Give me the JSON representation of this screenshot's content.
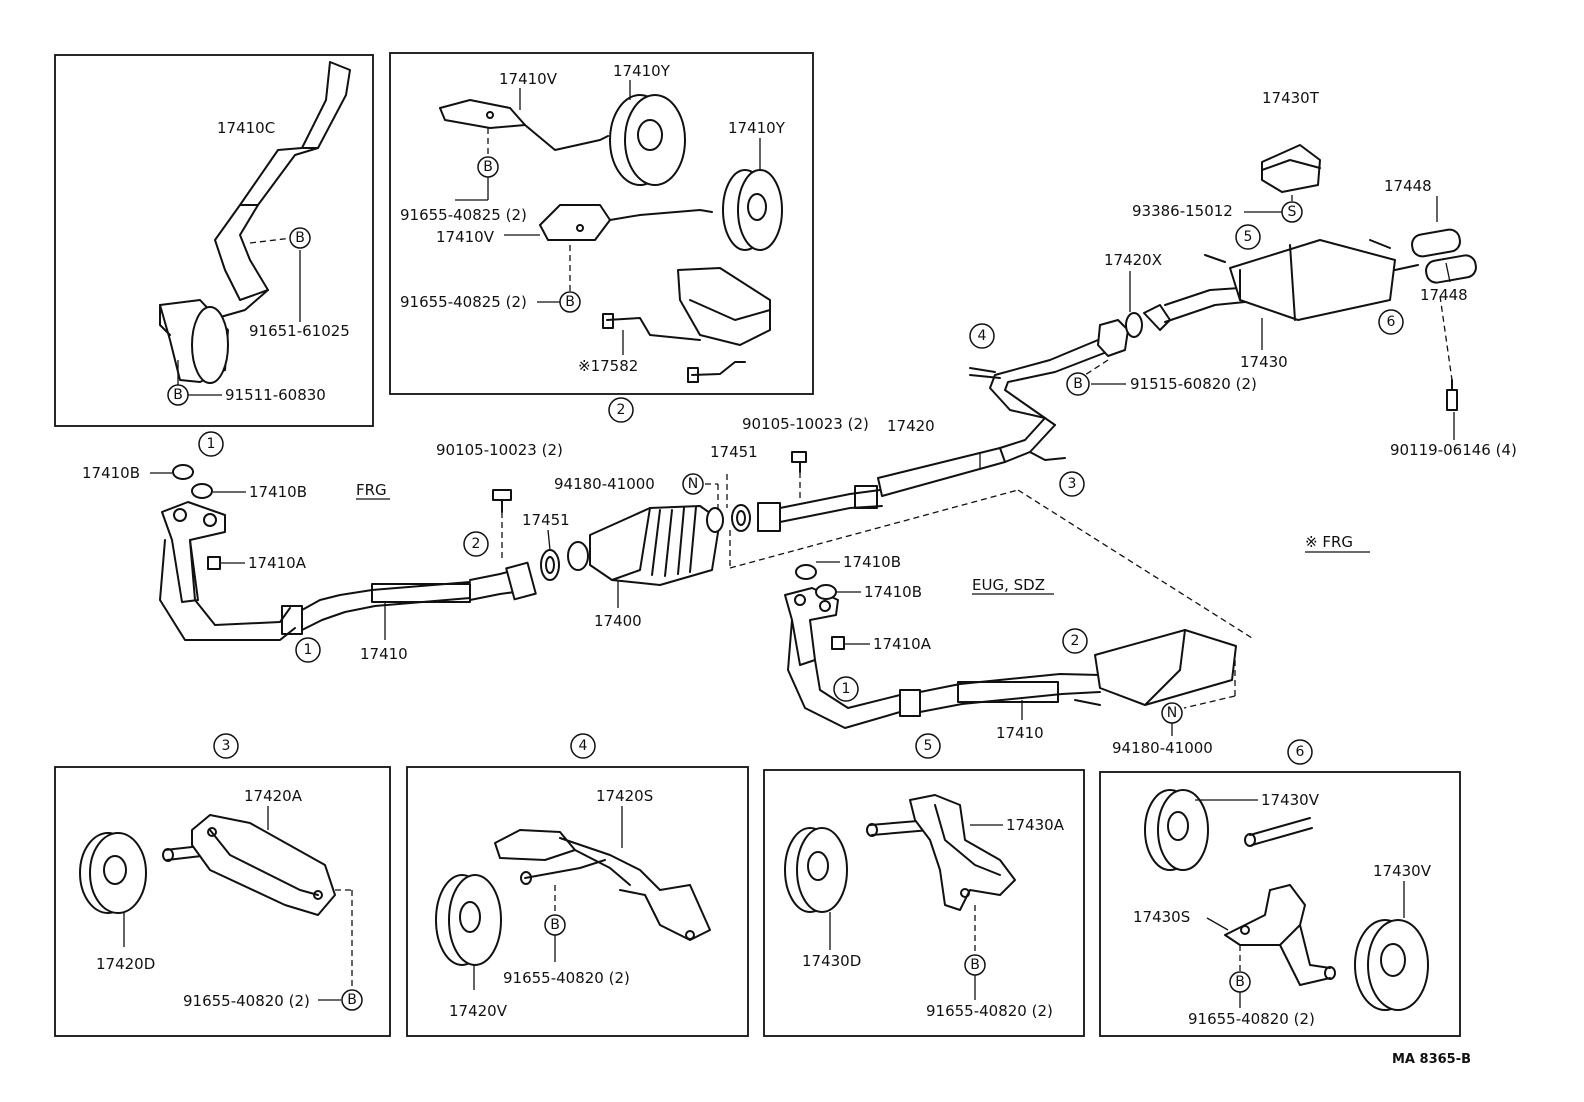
{
  "diagram_id": "MA 8365-B",
  "frg_label": "FRG",
  "eug_sdz_label": "EUG, SDZ",
  "note_frg": "※ FRG",
  "labels": {
    "p17410c": "17410C",
    "p91651_61025": "91651-61025",
    "p91511_60830": "91511-60830",
    "p17410v_a": "17410V",
    "p17410y_a": "17410Y",
    "p17410y_b": "17410Y",
    "p91655_40825_a": "91655-40825 (2)",
    "p17410v_b": "17410V",
    "p91655_40825_b": "91655-40825 (2)",
    "p17582": "※17582",
    "p17430t": "17430T",
    "p93386_15012": "93386-15012",
    "p17448_a": "17448",
    "p17448_b": "17448",
    "p17420x": "17420X",
    "p17430": "17430",
    "p91515_60820": "91515-60820 (2)",
    "p90119_06146": "90119-06146 (4)",
    "p17420": "17420",
    "p90105_10023_a": "90105-10023 (2)",
    "p90105_10023_b": "90105-10023 (2)",
    "p17451_a": "17451",
    "p17451_b": "17451",
    "p94180_41000_a": "94180-41000",
    "p17410b_1": "17410B",
    "p17410b_2": "17410B",
    "p17410a_1": "17410A",
    "p17410": "17410",
    "p17400": "17400",
    "p17410b_3": "17410B",
    "p17410b_4": "17410B",
    "p17410a_2": "17410A",
    "p17410_eu": "17410",
    "p94180_41000_b": "94180-41000",
    "p17420a": "17420A",
    "p17420d": "17420D",
    "p91655_40820_3": "91655-40820 (2)",
    "p17420s": "17420S",
    "p17420v": "17420V",
    "p91655_40820_4": "91655-40820 (2)",
    "p17430a": "17430A",
    "p17430d": "17430D",
    "p91655_40820_5": "91655-40820 (2)",
    "p17430v_a": "17430V",
    "p17430v_b": "17430V",
    "p17430s": "17430S",
    "p91655_40820_6": "91655-40820 (2)"
  },
  "symbols": {
    "b": "B",
    "n": "N",
    "s": "S",
    "r1": "1",
    "r2": "2",
    "r3": "3",
    "r4": "4",
    "r5": "5",
    "r6": "6"
  }
}
